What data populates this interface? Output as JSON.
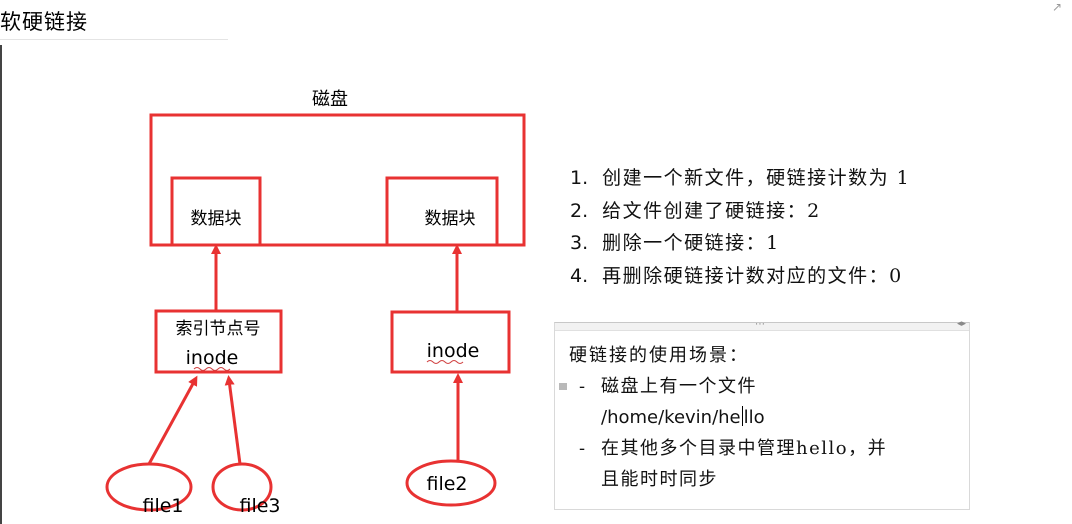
{
  "page": {
    "title": "软硬链接"
  },
  "diagram": {
    "disk_label": "磁盘",
    "data_block_1": "数据块",
    "data_block_2": "数据块",
    "inode_box_1_title": "索引节点号",
    "inode_box_1_label": "inode",
    "inode_box_2_label": "inode",
    "file_1": "file1",
    "file_3": "file3",
    "file_2": "file2",
    "colors": {
      "stroke": "#e83232",
      "text": "#000000"
    }
  },
  "steps": [
    {
      "num": "1.",
      "text": "创建一个新文件，硬链接计数为 1"
    },
    {
      "num": "2.",
      "text": "给文件创建了硬链接：2"
    },
    {
      "num": "3.",
      "text": "删除一个硬链接：1"
    },
    {
      "num": "4.",
      "text": "再删除硬链接计数对应的文件：0"
    }
  ],
  "note": {
    "heading": "硬链接的使用场景：",
    "bullet_1_line_1": "磁盘上有一个文件",
    "bullet_1_path_a": "/home/kevin/he",
    "bullet_1_path_b": "llo",
    "bullet_2_line_1": "在其他多个目录中管理hello，并",
    "bullet_2_line_2": "且能时时同步",
    "dash": "-"
  }
}
